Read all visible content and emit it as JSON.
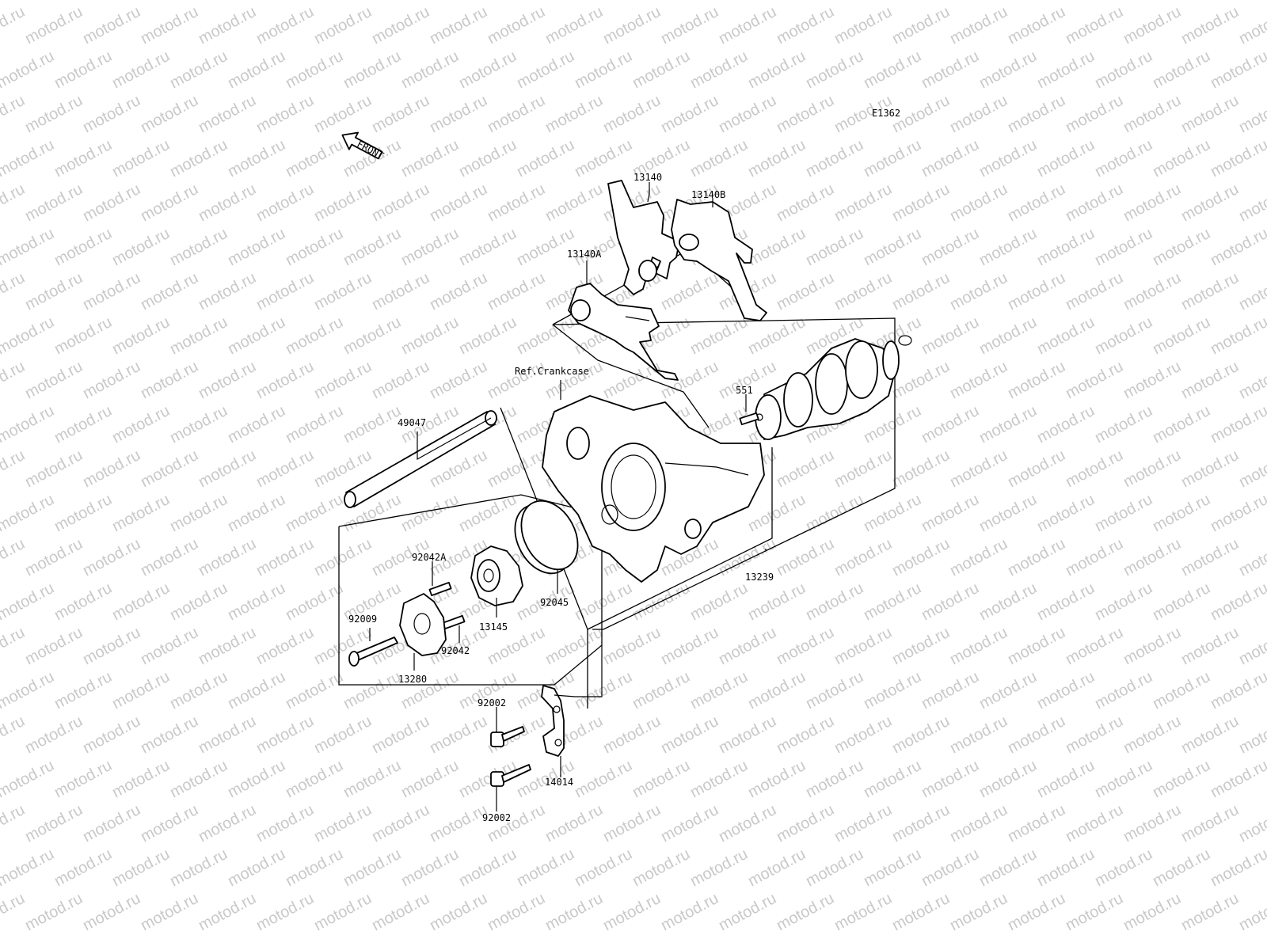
{
  "diagram": {
    "code": "E1362",
    "front_label": "FRONT",
    "ref_label": "Ref.Crankcase",
    "watermark": "motod.ru",
    "parts": {
      "p13140": "13140",
      "p13140B": "13140B",
      "p13140A": "13140A",
      "p551": "551",
      "p49047": "49047",
      "p13239": "13239",
      "p92042A": "92042A",
      "p92045": "92045",
      "p13145": "13145",
      "p92009": "92009",
      "p92042": "92042",
      "p13280": "13280",
      "p92002_top": "92002",
      "p14014": "14014",
      "p92002_bottom": "92002"
    }
  }
}
